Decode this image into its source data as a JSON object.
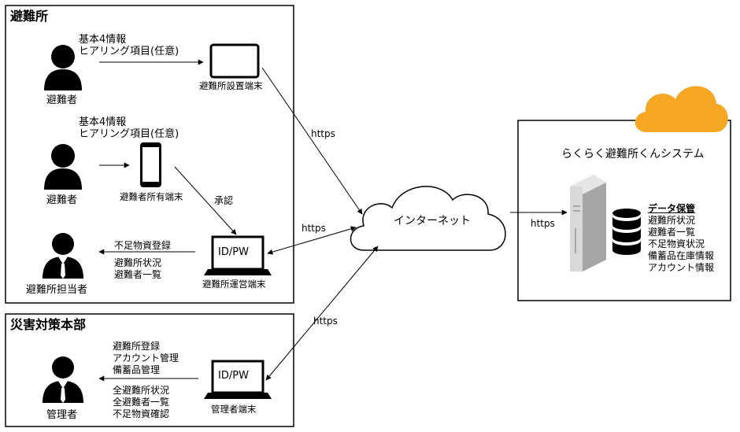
{
  "shelter": {
    "title": "避難所",
    "evacuee1": {
      "label": "避難者",
      "info": [
        "基本4情報",
        "ヒアリング項目(任意)"
      ],
      "device": "避難所設置端末"
    },
    "evacuee2": {
      "label": "避難者",
      "info": [
        "基本4情報",
        "ヒアリング項目(任意)"
      ],
      "device": "避難者所有端末",
      "approve": "承認"
    },
    "manager": {
      "label": "避難所担当者",
      "out": "不足物資登録",
      "in": [
        "避難所状況",
        "避難者一覧"
      ],
      "device": "避難所運営端末",
      "screen": "ID/PW"
    }
  },
  "hq": {
    "title": "災害対策本部",
    "manager": {
      "label": "管理者",
      "out": [
        "避難所登録",
        "アカウント管理",
        "備蓄品管理"
      ],
      "in": [
        "全避難所状況",
        "全避難者一覧",
        "不足物資確認"
      ],
      "device": "管理者端末",
      "screen": "ID/PW"
    }
  },
  "internet": {
    "label": "インターネット"
  },
  "https": [
    "https",
    "https",
    "https",
    "https"
  ],
  "system": {
    "name": "らくらく避難所くんシステム",
    "data_header": "データ保管",
    "data_items": [
      "避難所状況",
      "避難者一覧",
      "不足物資状況",
      "備蓄品在庫情報",
      "アカウント情報"
    ]
  },
  "colors": {
    "cloud_orange": "#F5A623",
    "ink": "#000000",
    "server_gray": "#D9D9D9"
  }
}
